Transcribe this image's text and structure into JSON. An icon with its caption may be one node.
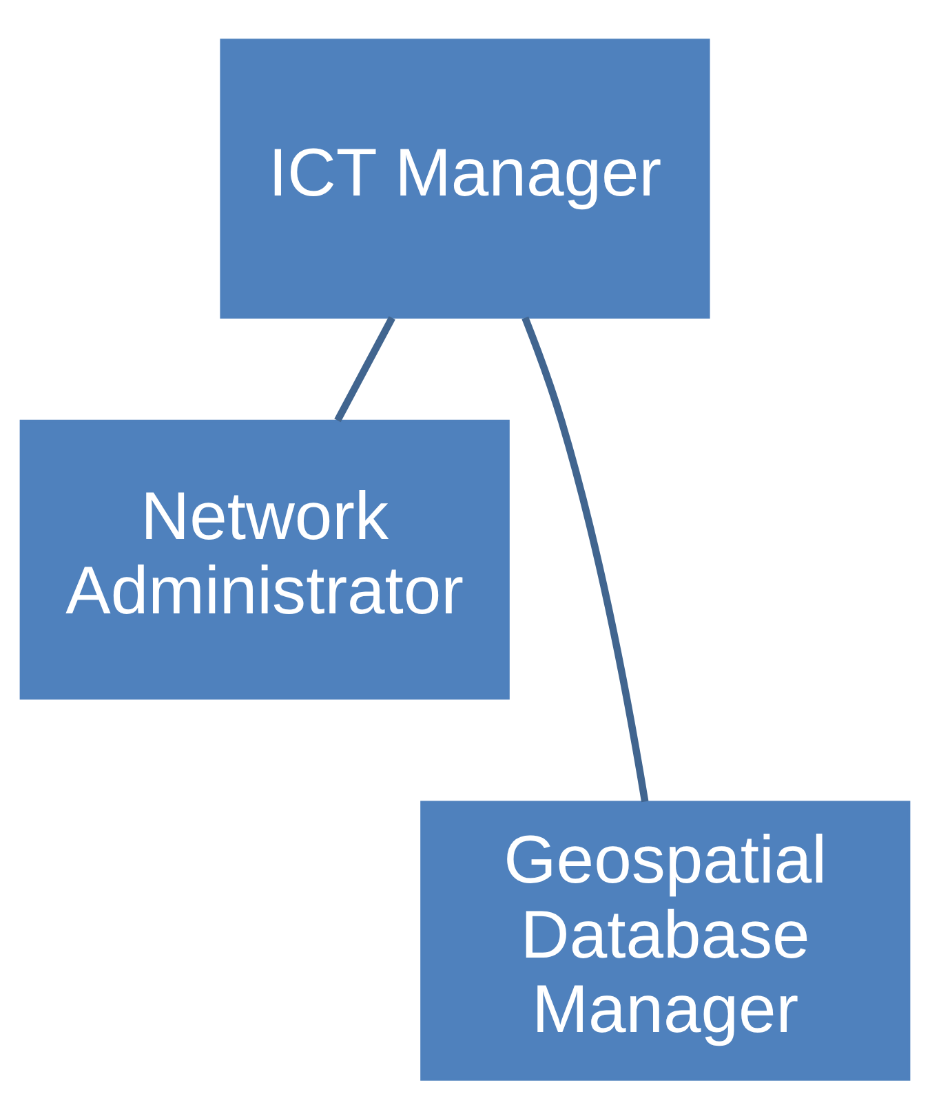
{
  "diagram": {
    "nodes": [
      {
        "text": [
          "ICT Manager"
        ]
      },
      {
        "text": [
          "Network Administrator"
        ]
      },
      {
        "text": [
          "Geospatial Database Manager"
        ]
      }
    ],
    "edges": [
      {
        "from": 0,
        "to": 1,
        "arrow": "none"
      },
      {
        "from": 0,
        "to": 2,
        "arrow": "none"
      }
    ]
  }
}
